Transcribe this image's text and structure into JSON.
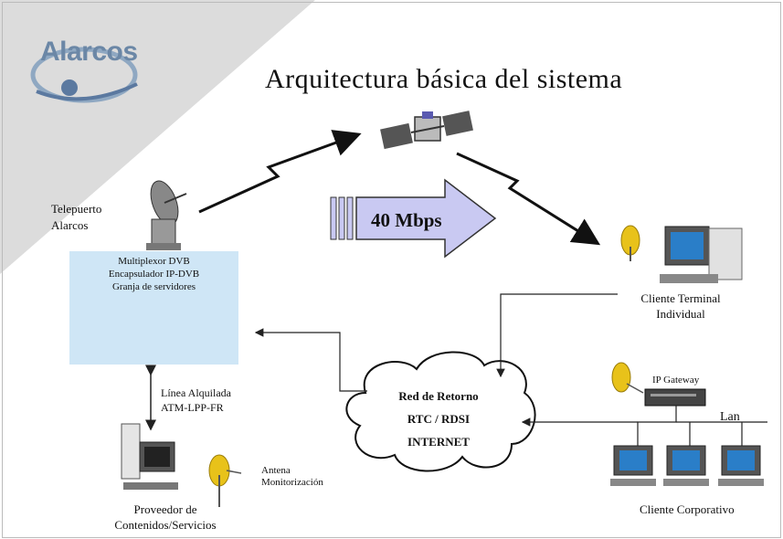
{
  "logo": {
    "text": "Alarcos"
  },
  "title": "Arquitectura básica del sistema",
  "teleport": {
    "line1": "Telepuerto",
    "line2": "Alarcos"
  },
  "server_farm": {
    "lines": [
      "Multiplexor DVB",
      "Encapsulador IP-DVB",
      "Granja de servidores"
    ]
  },
  "bandwidth": "40 Mbps",
  "leased_line": {
    "line1": "Línea Alquilada",
    "line2": "ATM-LPP-FR"
  },
  "provider": {
    "line1": "Proveedor de",
    "line2": "Contenidos/Servicios"
  },
  "monitor_antenna": {
    "line1": "Antena",
    "line2": "Monitorización"
  },
  "return_network": {
    "line1": "Red de Retorno",
    "line2": "RTC / RDSI",
    "line3": "INTERNET"
  },
  "individual_client": {
    "line1": "Cliente Terminal",
    "line2": "Individual"
  },
  "gateway": "IP Gateway",
  "lan": "Lan",
  "corporate_client": "Cliente Corporativo",
  "colors": {
    "server_box": "#cfe6f6",
    "arrow_fill": "#c9c9f2",
    "dish": "#e8c21a",
    "logo": "#6b87a6"
  }
}
